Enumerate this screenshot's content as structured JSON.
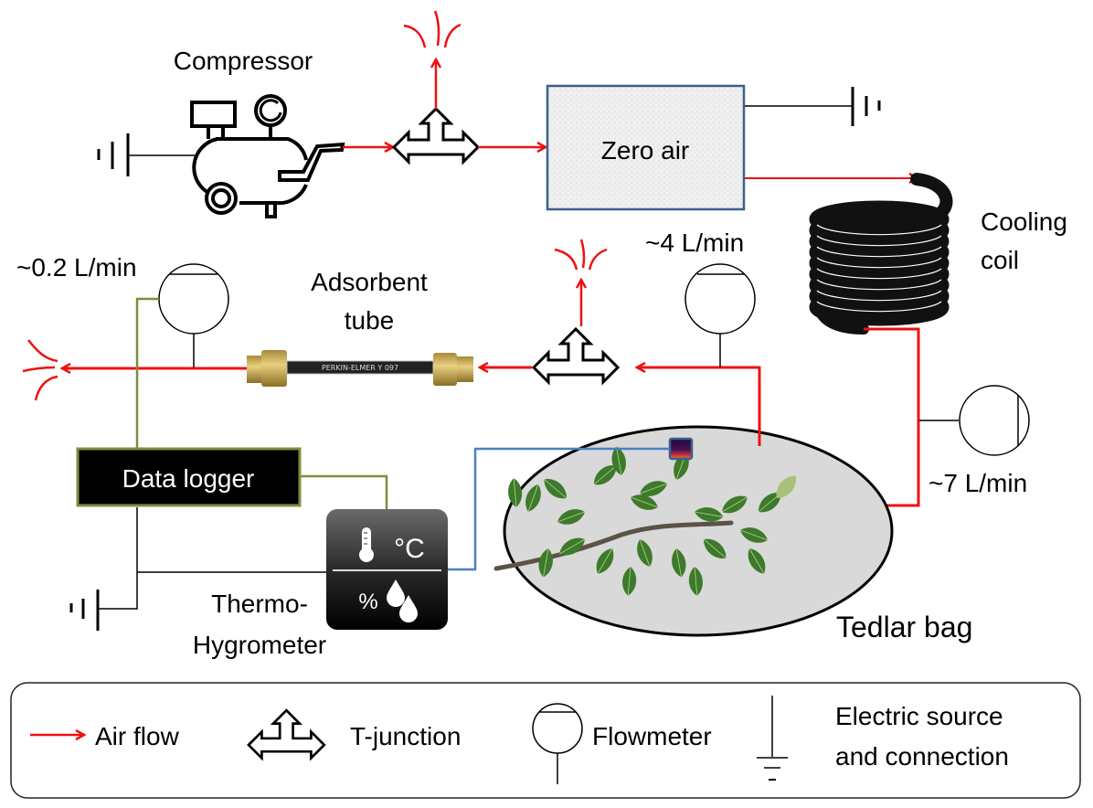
{
  "components": {
    "compressor": {
      "label": "Compressor"
    },
    "zero_air": {
      "label": "Zero air"
    },
    "cooling_coil": {
      "label_line1": "Cooling",
      "label_line2": "coil"
    },
    "adsorbent_tube": {
      "label_line1": "Adsorbent",
      "label_line2": "tube",
      "print": "PERKIN-ELMER  Y  097"
    },
    "data_logger": {
      "label": "Data logger"
    },
    "thermo_hygrometer": {
      "label_line1": "Thermo-",
      "label_line2": "Hygrometer",
      "temp_unit": "°C",
      "humidity_unit": "%"
    },
    "tedlar_bag": {
      "label": "Tedlar bag"
    }
  },
  "flowmeters": {
    "sampling": {
      "rate": "~0.2 L/min"
    },
    "bag_outlet": {
      "rate": "~4 L/min"
    },
    "bag_inlet": {
      "rate": "~7 L/min"
    }
  },
  "legend": {
    "air_flow": "Air flow",
    "t_junction": "T-junction",
    "flowmeter": "Flowmeter",
    "electric_line1": "Electric source",
    "electric_line2": "and connection"
  },
  "colors": {
    "air_flow": "#ee1111",
    "signal_wire": "#7a8f3c",
    "sensor_wire": "#4a7fc1",
    "zero_air_border": "#3d5f8e",
    "bag_fill": "#d9d9d9"
  }
}
